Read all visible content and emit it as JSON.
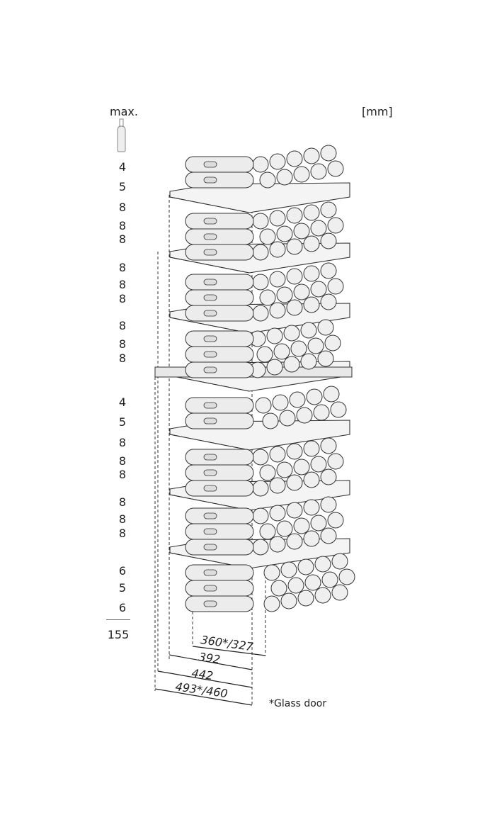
{
  "header": {
    "max_label": "max.",
    "unit_label": "[mm]"
  },
  "bottle_icon": "wine-bottle-icon",
  "shelf_counts": [
    {
      "value": "4"
    },
    {
      "value": "5"
    },
    {
      "value": "8"
    },
    {
      "value": "8"
    },
    {
      "value": "8"
    },
    {
      "value": "8"
    },
    {
      "value": "8"
    },
    {
      "value": "8"
    },
    {
      "value": "8"
    },
    {
      "value": "8"
    },
    {
      "value": "8"
    },
    {
      "value": "4"
    },
    {
      "value": "5"
    },
    {
      "value": "8"
    },
    {
      "value": "8"
    },
    {
      "value": "8"
    },
    {
      "value": "8"
    },
    {
      "value": "8"
    },
    {
      "value": "8"
    },
    {
      "value": "6"
    },
    {
      "value": "5"
    },
    {
      "value": "6"
    }
  ],
  "total": "155",
  "dimensions": {
    "d1": "360*/327",
    "d2": "392",
    "d3": "442",
    "d4": "493*/460"
  },
  "footnote": "*Glass door"
}
